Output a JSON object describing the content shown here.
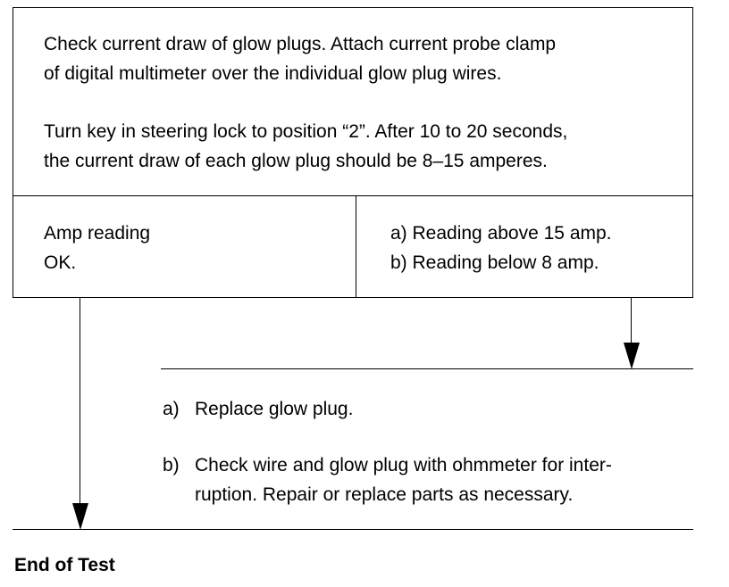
{
  "step": {
    "instruction_1": [
      "Check current draw of glow plugs. Attach current probe clamp",
      "of digital multimeter over the individual glow plug wires."
    ],
    "instruction_2": [
      "Turn key in steering lock to position “2”. After 10 to 20 seconds,",
      "the current draw of each glow plug should be 8–15 amperes."
    ]
  },
  "results": {
    "ok": [
      "Amp reading",
      "OK."
    ],
    "fault": [
      "a) Reading above 15 amp.",
      "b) Reading below 8 amp."
    ]
  },
  "remedies": [
    {
      "label": "a)",
      "lines": [
        "Replace glow plug."
      ]
    },
    {
      "label": "b)",
      "lines": [
        "Check wire and glow plug with ohmmeter for inter-",
        "ruption. Repair or replace parts as necessary."
      ]
    }
  ],
  "end": {
    "title": "End of Test"
  }
}
